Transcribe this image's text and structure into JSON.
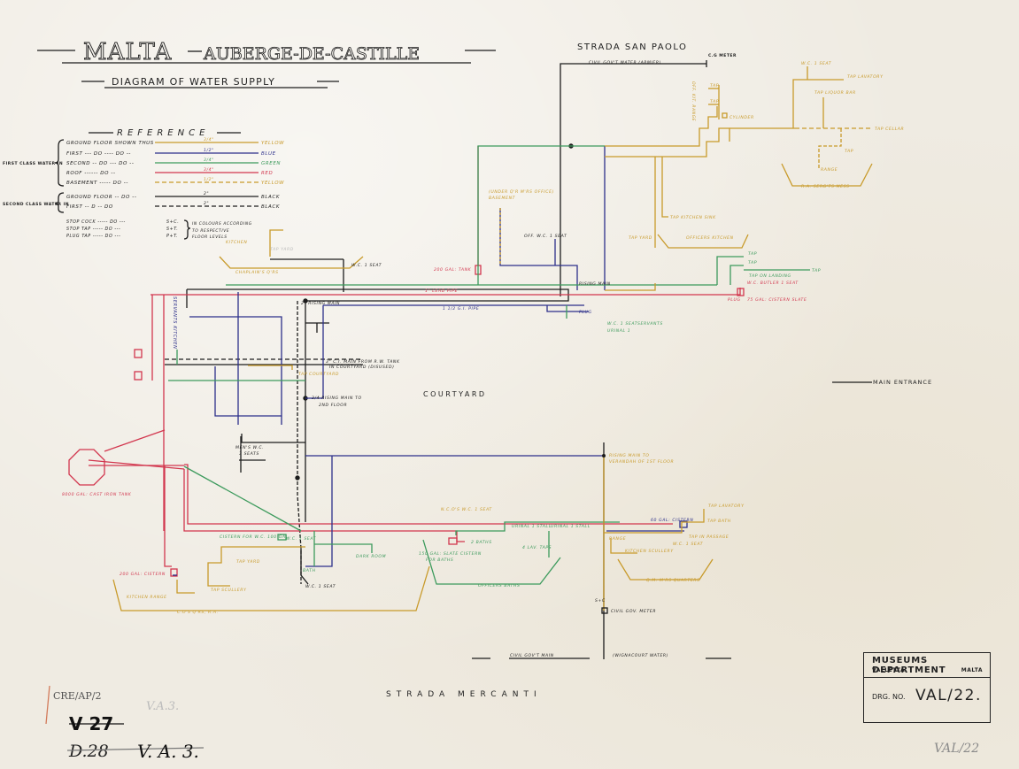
{
  "title": {
    "main_prefix": "MALTA",
    "main_suffix": "AUBERGE-DE-CASTILLE",
    "subtitle": "DIAGRAM OF WATER SUPPLY"
  },
  "colors": {
    "ground_floor": "#c89a2a",
    "first_floor": "#2c2f8a",
    "second_floor": "#3c9a5c",
    "roof": "#d2364e",
    "basement": "#c89a2a",
    "second_class": "#1c1c1c",
    "paper": "#efebe2"
  },
  "reference": {
    "heading": "REFERENCE",
    "group_first_class": "FIRST CLASS WATER IN",
    "group_second_class": "SECOND CLASS WATER IN",
    "rows": [
      {
        "label": "GROUND FLOOR SHOWN THUS",
        "size": "3/4\"",
        "colour": "YELLOW",
        "style": "solid"
      },
      {
        "label": "FIRST --- DO ---- DO --",
        "size": "1/2\"",
        "colour": "BLUE",
        "style": "solid"
      },
      {
        "label": "SECOND -- DO --- DO --",
        "size": "3/4\"",
        "colour": "GREEN",
        "style": "solid"
      },
      {
        "label": "ROOF ------ DO --",
        "size": "3/4\"",
        "colour": "RED",
        "style": "solid"
      },
      {
        "label": "BASEMENT ----- DO --",
        "size": "1/2\"",
        "colour": "YELLOW",
        "style": "dashed"
      },
      {
        "label": "GROUND FLOOR -- DO --",
        "size": "2\"",
        "colour": "BLACK",
        "style": "solid"
      },
      {
        "label": "FIRST -- D -- DO",
        "size": "2\"",
        "colour": "BLACK",
        "style": "dashed"
      }
    ],
    "fittings": [
      {
        "label": "STOP COCK ----- DO ---",
        "symbol": "S+C."
      },
      {
        "label": "STOP TAP ----- DO ---",
        "symbol": "S+T."
      },
      {
        "label": "PLUG TAP ----- DO ---",
        "symbol": "P+T."
      }
    ],
    "fittings_note_1": "IN COLOURS ACCORDING",
    "fittings_note_2": "TO RESPECTIVE",
    "fittings_note_3": "FLOOR LEVELS"
  },
  "streets": {
    "north": "STRADA SAN PAOLO",
    "south": "STRADA MERCANTI",
    "north_main": "CIVIL GOV'T WATER (ARMIER)",
    "south_main": "CIVIL GOV'T MAIN",
    "south_main_note": "(WIGNACOURT WATER)"
  },
  "areas": {
    "courtyard": "COURTYARD",
    "main_entrance": "MAIN ENTRANCE",
    "officers_kitchen": "OFFICERS KITCHEN",
    "ra_sergts_mess": "R.A. SERG'TS MESS",
    "chaplains_qrs": "CHAPLAIN'S Q'RS",
    "kitchen": "KITCHEN",
    "co_qrs": "C.O'S Q'RS, R.A.",
    "officers_baths": "OFFICERS BATHS",
    "qm_qrs": "Q.M. M'RS QUARTERS",
    "servants_kitchen": "SERVANTS KITCHEN",
    "basement_note_1": "(UNDER Q'R M'RS OFFICE)",
    "basement_note_2": "BASEMENT"
  },
  "labels": {
    "cg_meter": "C.G METER",
    "wc_1_seat_top": "W.C. 1 SEAT",
    "tap_lavatory_top": "TAP LAVATORY",
    "tap_liquor_bar": "TAP LIQUOR BAR",
    "tap_cellar": "TAP CELLAR",
    "cylinder": "CYLINDER",
    "range": "RANGE",
    "tap": "TAP",
    "st": "S+T",
    "tap_kitchen_sink": "TAP KITCHEN SINK",
    "tap_yard": "TAP YARD",
    "off_kit_range": "OFF. KIT. RANGE",
    "off_wc_1_seat": "OFF. W.C. 1 SEAT",
    "tank_200": "200 GAL: TANK",
    "lead_pipe": "1\" LEAD PIPE",
    "gi_pipe": "1 1/2 G.I. PIPE",
    "rising_main_2": "2\" RISING MAIN",
    "rising_main": "RISING MAIN",
    "plug": "PLUG",
    "wc_seat_servants": "W.C. 1 SEAT",
    "urinal_servants": "URINAL 1",
    "servants": "SERVANTS",
    "tap_on_landing": "TAP ON LANDING",
    "wc_butler": "W.C. BUTLER 1 SEAT",
    "cistern_75": "75 GAL: CISTERN SLATE",
    "wc_seat_chap": "W.C. 1 SEAT",
    "tap_yard_kitchen": "TAP YARD",
    "ci_main": "3\" C.I. MAIN FROM R.W. TANK",
    "ci_main_2": "IN COURTYARD (DISUSED)",
    "tap_courtyard": "TAP COURTYARD",
    "rising_main_2nd": "3/4 RISING MAIN TO",
    "rising_main_2nd_b": "2ND FLOOR",
    "tank_8000": "8000 GAL: CAST IRON TANK",
    "mens_wc": "MEN'S W.C.",
    "mens_wc_seats": "3 SEATS",
    "cistern_wc": "CISTERN FOR W.C. 100 GAL",
    "wc_1_seat_a": "W.C. 1 SEAT",
    "bath": "BATH",
    "wc_1_seat_b": "W.C. 1 SEAT",
    "dark_room": "DARK ROOM",
    "tap_yard_co": "TAP YARD",
    "tap_scullery": "TAP SCULLERY",
    "cistern_200": "200 GAL: CISTERN",
    "kitchen_range": "KITCHEN RANGE",
    "nco_wc": "N.C.O'S W.C. 1 SEAT",
    "slate_cistern_1": "150 GAL: SLATE CISTERN",
    "slate_cistern_2": "FOR BATHS",
    "baths_2": "2 BATHS",
    "urinal_stall_1": "URINAL 1 STALL",
    "urinal_stall_2": "URINAL 1 STALL",
    "lav_taps": "4 LAV. TAPS",
    "rising_verandah_1": "RISING MAIN TO",
    "rising_verandah_2": "VERANDAH OF 1ST FLOOR",
    "cistern_60": "60 GAL: CISTERN",
    "tap_lavatory_qm": "TAP LAVATORY",
    "tap_bath": "TAP BATH",
    "tap_in_passage": "TAP IN PASSAGE",
    "wc_qm": "W.C. 1 SEAT",
    "tap_kitchen_scullery": "KITCHEN SCULLERY",
    "sc": "S+C",
    "civil_meter": "CIVIL GOV. METER"
  },
  "stamp": {
    "department": "MUSEUMS DEPARTMENT",
    "city": "VALLETTA",
    "country": "MALTA",
    "drg_label": "DRG. NO.",
    "drg_value": "VAL/22."
  },
  "annotations": {
    "pencil_ref": "CRE/AP/2",
    "pencil_vaz": "V.A.3.",
    "struck_1": "V 27",
    "struck_2": "D.28",
    "ink_vaz": "V. A. 3.",
    "pencil_val": "VAL/22"
  }
}
